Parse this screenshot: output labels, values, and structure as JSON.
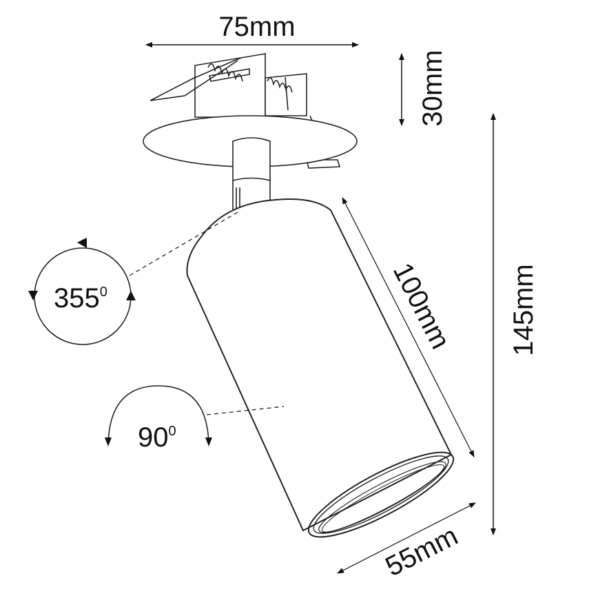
{
  "diagram": {
    "title": "Adjustable recessed spotlight technical drawing",
    "colors": {
      "line": "#222222",
      "text": "#111111",
      "background": "#ffffff"
    },
    "dimensions": {
      "width": {
        "value": "75",
        "unit": "mm"
      },
      "depth": {
        "value": "30",
        "unit": "mm"
      },
      "body_length": {
        "value": "100",
        "unit": "mm"
      },
      "total_height": {
        "value": "145",
        "unit": "mm"
      },
      "diameter": {
        "value": "55",
        "unit": "mm"
      }
    },
    "rotation": {
      "horizontal": {
        "value": "355",
        "sup": "0"
      },
      "vertical": {
        "value": "90",
        "sup": "0"
      }
    },
    "labels": {
      "width": "75mm",
      "depth": "30mm",
      "length": "100mm",
      "height": "145mm",
      "diameter": "55mm",
      "rot_h": "355",
      "rot_h_sup": "0",
      "rot_v": "90",
      "rot_v_sup": "0"
    }
  }
}
